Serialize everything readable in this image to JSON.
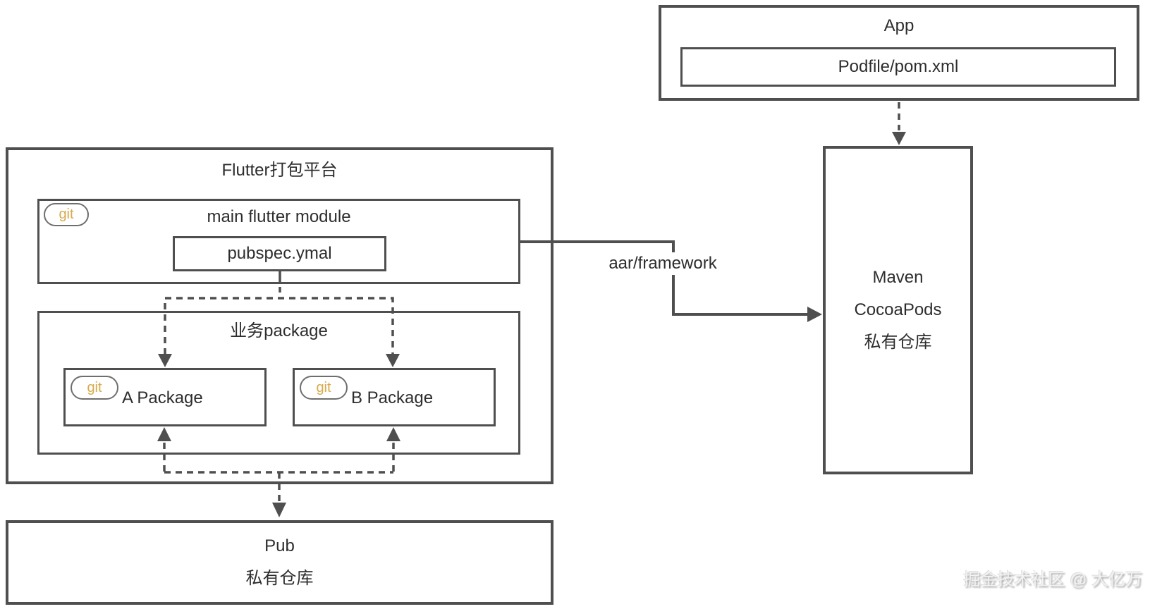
{
  "diagram": {
    "app_box": {
      "title": "App",
      "podfile_label": "Podfile/pom.xml"
    },
    "flutter_platform": {
      "title": "Flutter打包平台",
      "main_module": {
        "git_badge": "git",
        "title": "main flutter module",
        "pubspec_label": "pubspec.ymal"
      },
      "business_package": {
        "title": "业务package",
        "packages": [
          {
            "git_badge": "git",
            "label": "A Package"
          },
          {
            "git_badge": "git",
            "label": "B Package"
          }
        ]
      }
    },
    "maven_box": {
      "lines": [
        "Maven",
        "CocoaPods",
        "私有仓库"
      ]
    },
    "pub_box": {
      "lines": [
        "Pub",
        "私有仓库"
      ]
    },
    "labels": {
      "aar_framework": "aar/framework"
    },
    "watermark": "掘金技术社区 @ 大亿万",
    "colors": {
      "line": "#4f4f4f",
      "text": "#2d2d2d",
      "git_badge_text": "#d9a94c"
    }
  }
}
